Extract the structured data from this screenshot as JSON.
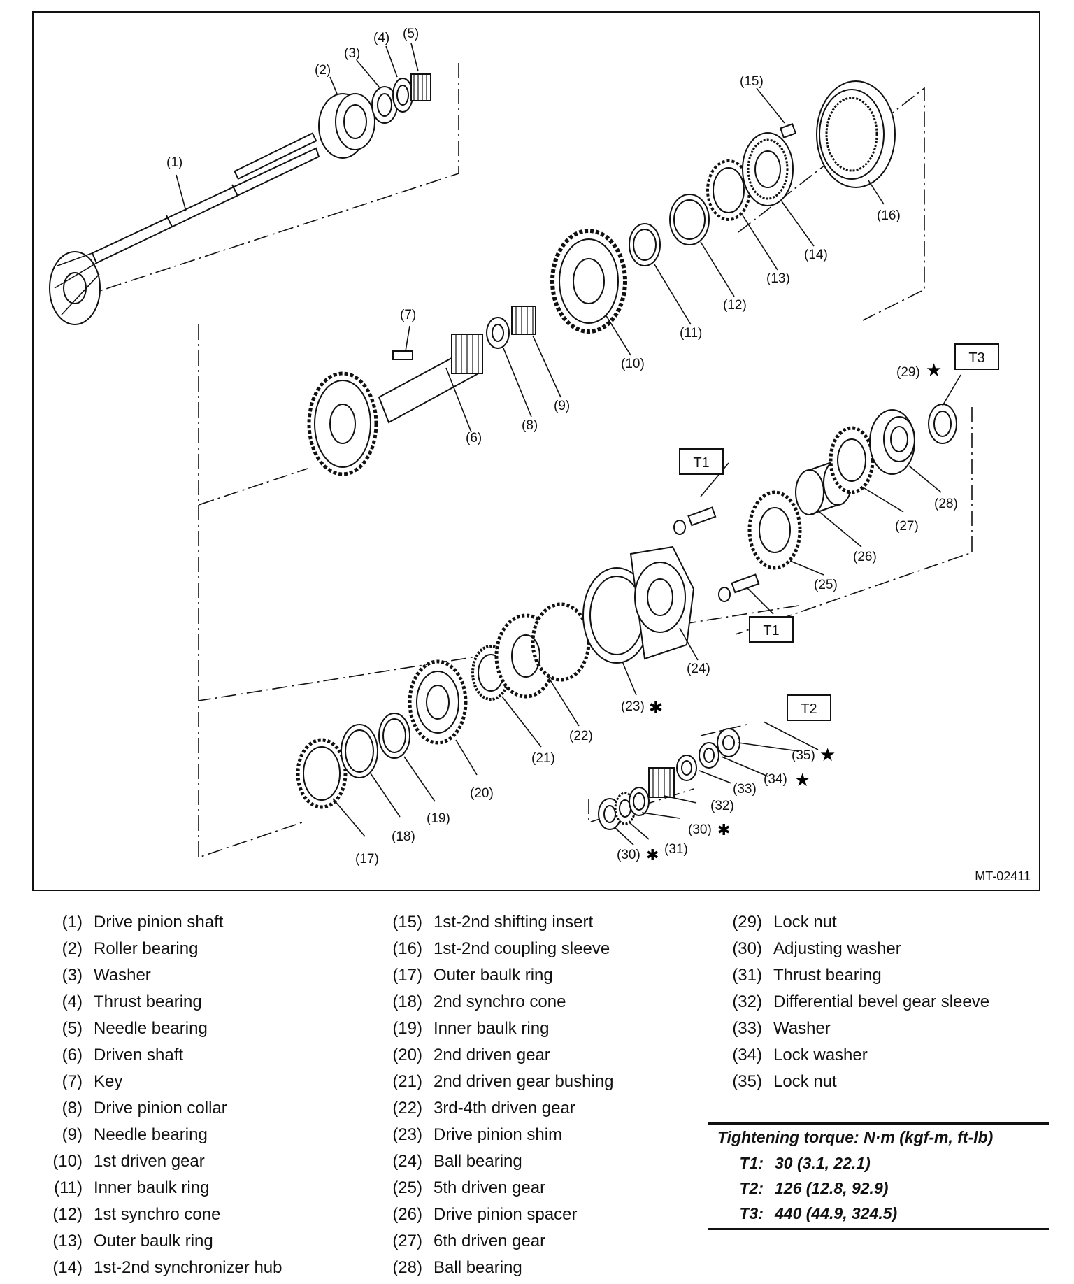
{
  "figure_id": "MT-02411",
  "callouts": [
    "(1)",
    "(2)",
    "(3)",
    "(4)",
    "(5)",
    "(6)",
    "(7)",
    "(8)",
    "(9)",
    "(10)",
    "(11)",
    "(12)",
    "(13)",
    "(14)",
    "(15)",
    "(16)",
    "(17)",
    "(18)",
    "(19)",
    "(20)",
    "(21)",
    "(22)",
    "(23)",
    "(24)",
    "(25)",
    "(26)",
    "(27)",
    "(28)",
    "(29)",
    "(30)",
    "(31)",
    "(32)",
    "(33)",
    "(34)",
    "(35)"
  ],
  "torque_boxes": [
    "T1",
    "T2",
    "T3"
  ],
  "marks": {
    "star": "★",
    "asterisk": "✱"
  },
  "legend": [
    {
      "num": "(1)",
      "name": "Drive pinion shaft"
    },
    {
      "num": "(2)",
      "name": "Roller bearing"
    },
    {
      "num": "(3)",
      "name": "Washer"
    },
    {
      "num": "(4)",
      "name": "Thrust bearing"
    },
    {
      "num": "(5)",
      "name": "Needle bearing"
    },
    {
      "num": "(6)",
      "name": "Driven shaft"
    },
    {
      "num": "(7)",
      "name": "Key"
    },
    {
      "num": "(8)",
      "name": "Drive pinion collar"
    },
    {
      "num": "(9)",
      "name": "Needle bearing"
    },
    {
      "num": "(10)",
      "name": "1st driven gear"
    },
    {
      "num": "(11)",
      "name": "Inner baulk ring"
    },
    {
      "num": "(12)",
      "name": "1st synchro cone"
    },
    {
      "num": "(13)",
      "name": "Outer baulk ring"
    },
    {
      "num": "(14)",
      "name": "1st-2nd synchronizer hub"
    },
    {
      "num": "(15)",
      "name": "1st-2nd shifting insert"
    },
    {
      "num": "(16)",
      "name": "1st-2nd coupling sleeve"
    },
    {
      "num": "(17)",
      "name": "Outer baulk ring"
    },
    {
      "num": "(18)",
      "name": "2nd synchro cone"
    },
    {
      "num": "(19)",
      "name": "Inner baulk ring"
    },
    {
      "num": "(20)",
      "name": "2nd driven gear"
    },
    {
      "num": "(21)",
      "name": "2nd driven gear bushing"
    },
    {
      "num": "(22)",
      "name": "3rd-4th driven gear"
    },
    {
      "num": "(23)",
      "name": "Drive pinion shim"
    },
    {
      "num": "(24)",
      "name": "Ball bearing"
    },
    {
      "num": "(25)",
      "name": "5th driven gear"
    },
    {
      "num": "(26)",
      "name": "Drive pinion spacer"
    },
    {
      "num": "(27)",
      "name": "6th driven gear"
    },
    {
      "num": "(28)",
      "name": "Ball bearing"
    },
    {
      "num": "(29)",
      "name": "Lock nut"
    },
    {
      "num": "(30)",
      "name": "Adjusting washer"
    },
    {
      "num": "(31)",
      "name": "Thrust bearing"
    },
    {
      "num": "(32)",
      "name": "Differential bevel gear sleeve"
    },
    {
      "num": "(33)",
      "name": "Washer"
    },
    {
      "num": "(34)",
      "name": "Lock washer"
    },
    {
      "num": "(35)",
      "name": "Lock nut"
    }
  ],
  "torque": {
    "title": "Tightening torque: N·m (kgf-m, ft-lb)",
    "rows": [
      {
        "key": "T1:",
        "value": "30 (3.1, 22.1)"
      },
      {
        "key": "T2:",
        "value": "126 (12.8, 92.9)"
      },
      {
        "key": "T3:",
        "value": "440 (44.9, 324.5)"
      }
    ]
  }
}
